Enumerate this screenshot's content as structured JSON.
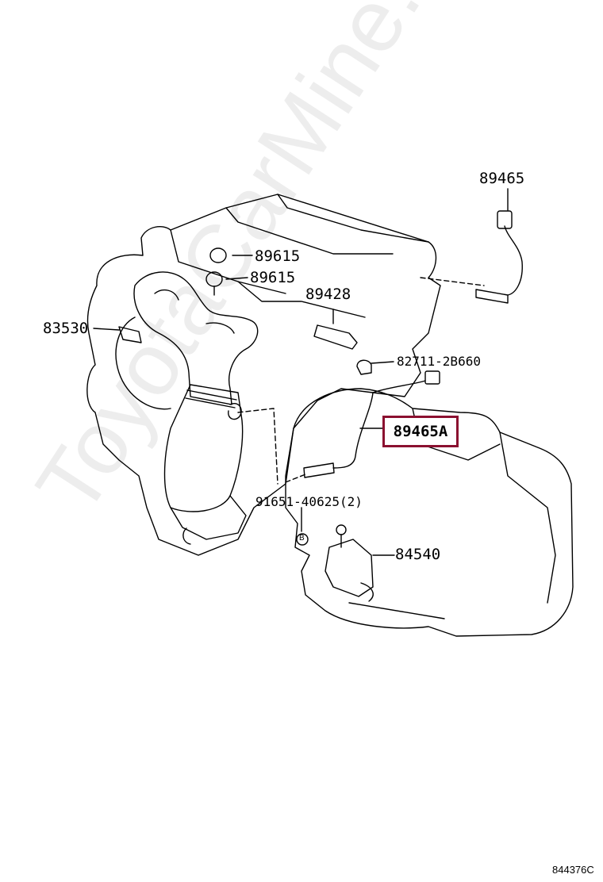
{
  "watermark": "ToyotaCarMine.ru",
  "parts": {
    "p89465_top": "89465",
    "p89615_a": "89615",
    "p89615_b": "89615",
    "p89428": "89428",
    "p83530": "83530",
    "p82711": "82711-2B660",
    "p89465A": "89465A",
    "p91651": "91651-40625(2)",
    "p84540": "84540",
    "bolt_marker": "B"
  },
  "figure_code": "844376C",
  "colors": {
    "highlight": "#8b1030",
    "ink": "#000000"
  }
}
